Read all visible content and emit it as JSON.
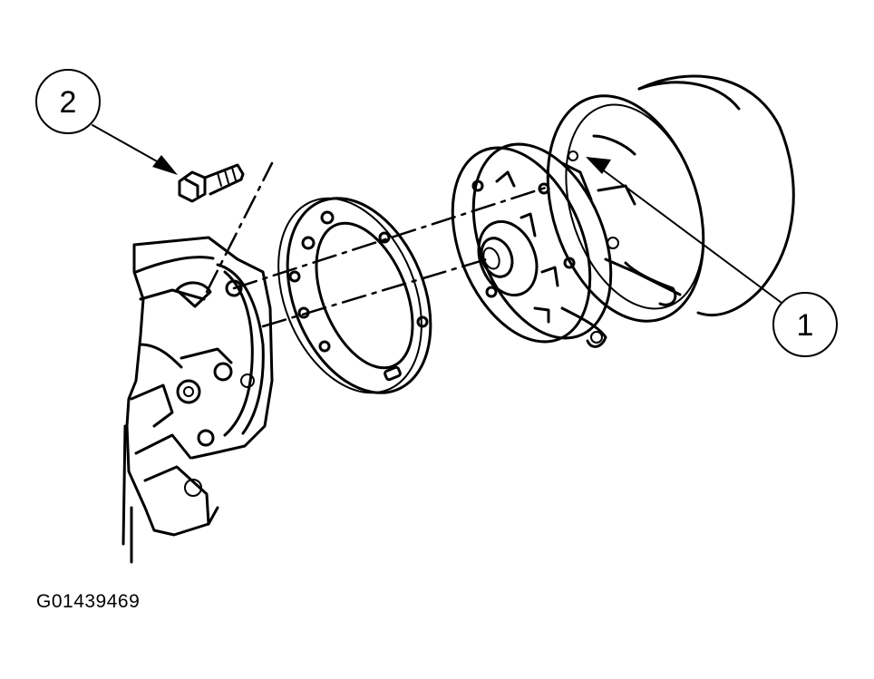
{
  "callouts": [
    {
      "id": "1",
      "label": "1"
    },
    {
      "id": "2",
      "label": "2"
    }
  ],
  "figure_id": "G01439469"
}
